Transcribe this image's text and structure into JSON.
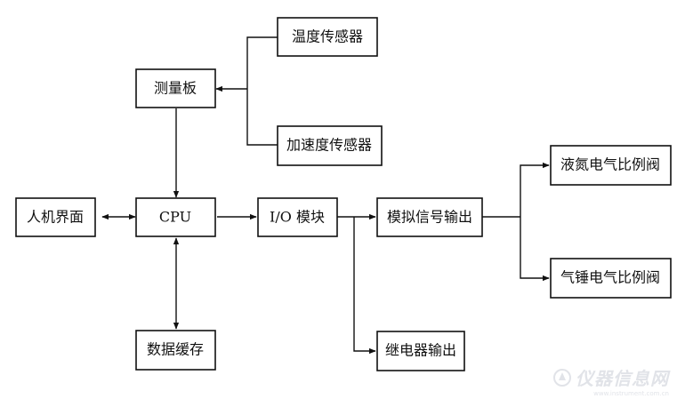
{
  "diagram": {
    "nodes": {
      "temp_sensor": "温度传感器",
      "measure_board": "测量板",
      "accel_sensor": "加速度传感器",
      "hmi": "人机界面",
      "cpu": "CPU",
      "io_module": "I/O 模块",
      "analog_output": "模拟信号输出",
      "ln2_valve": "液氮电气比例阀",
      "hammer_valve": "气锤电气比例阀",
      "data_cache": "数据缓存",
      "relay_output": "继电器输出"
    }
  },
  "watermark": {
    "text": "仪器信息网",
    "url": "www.instrument.com.cn"
  }
}
